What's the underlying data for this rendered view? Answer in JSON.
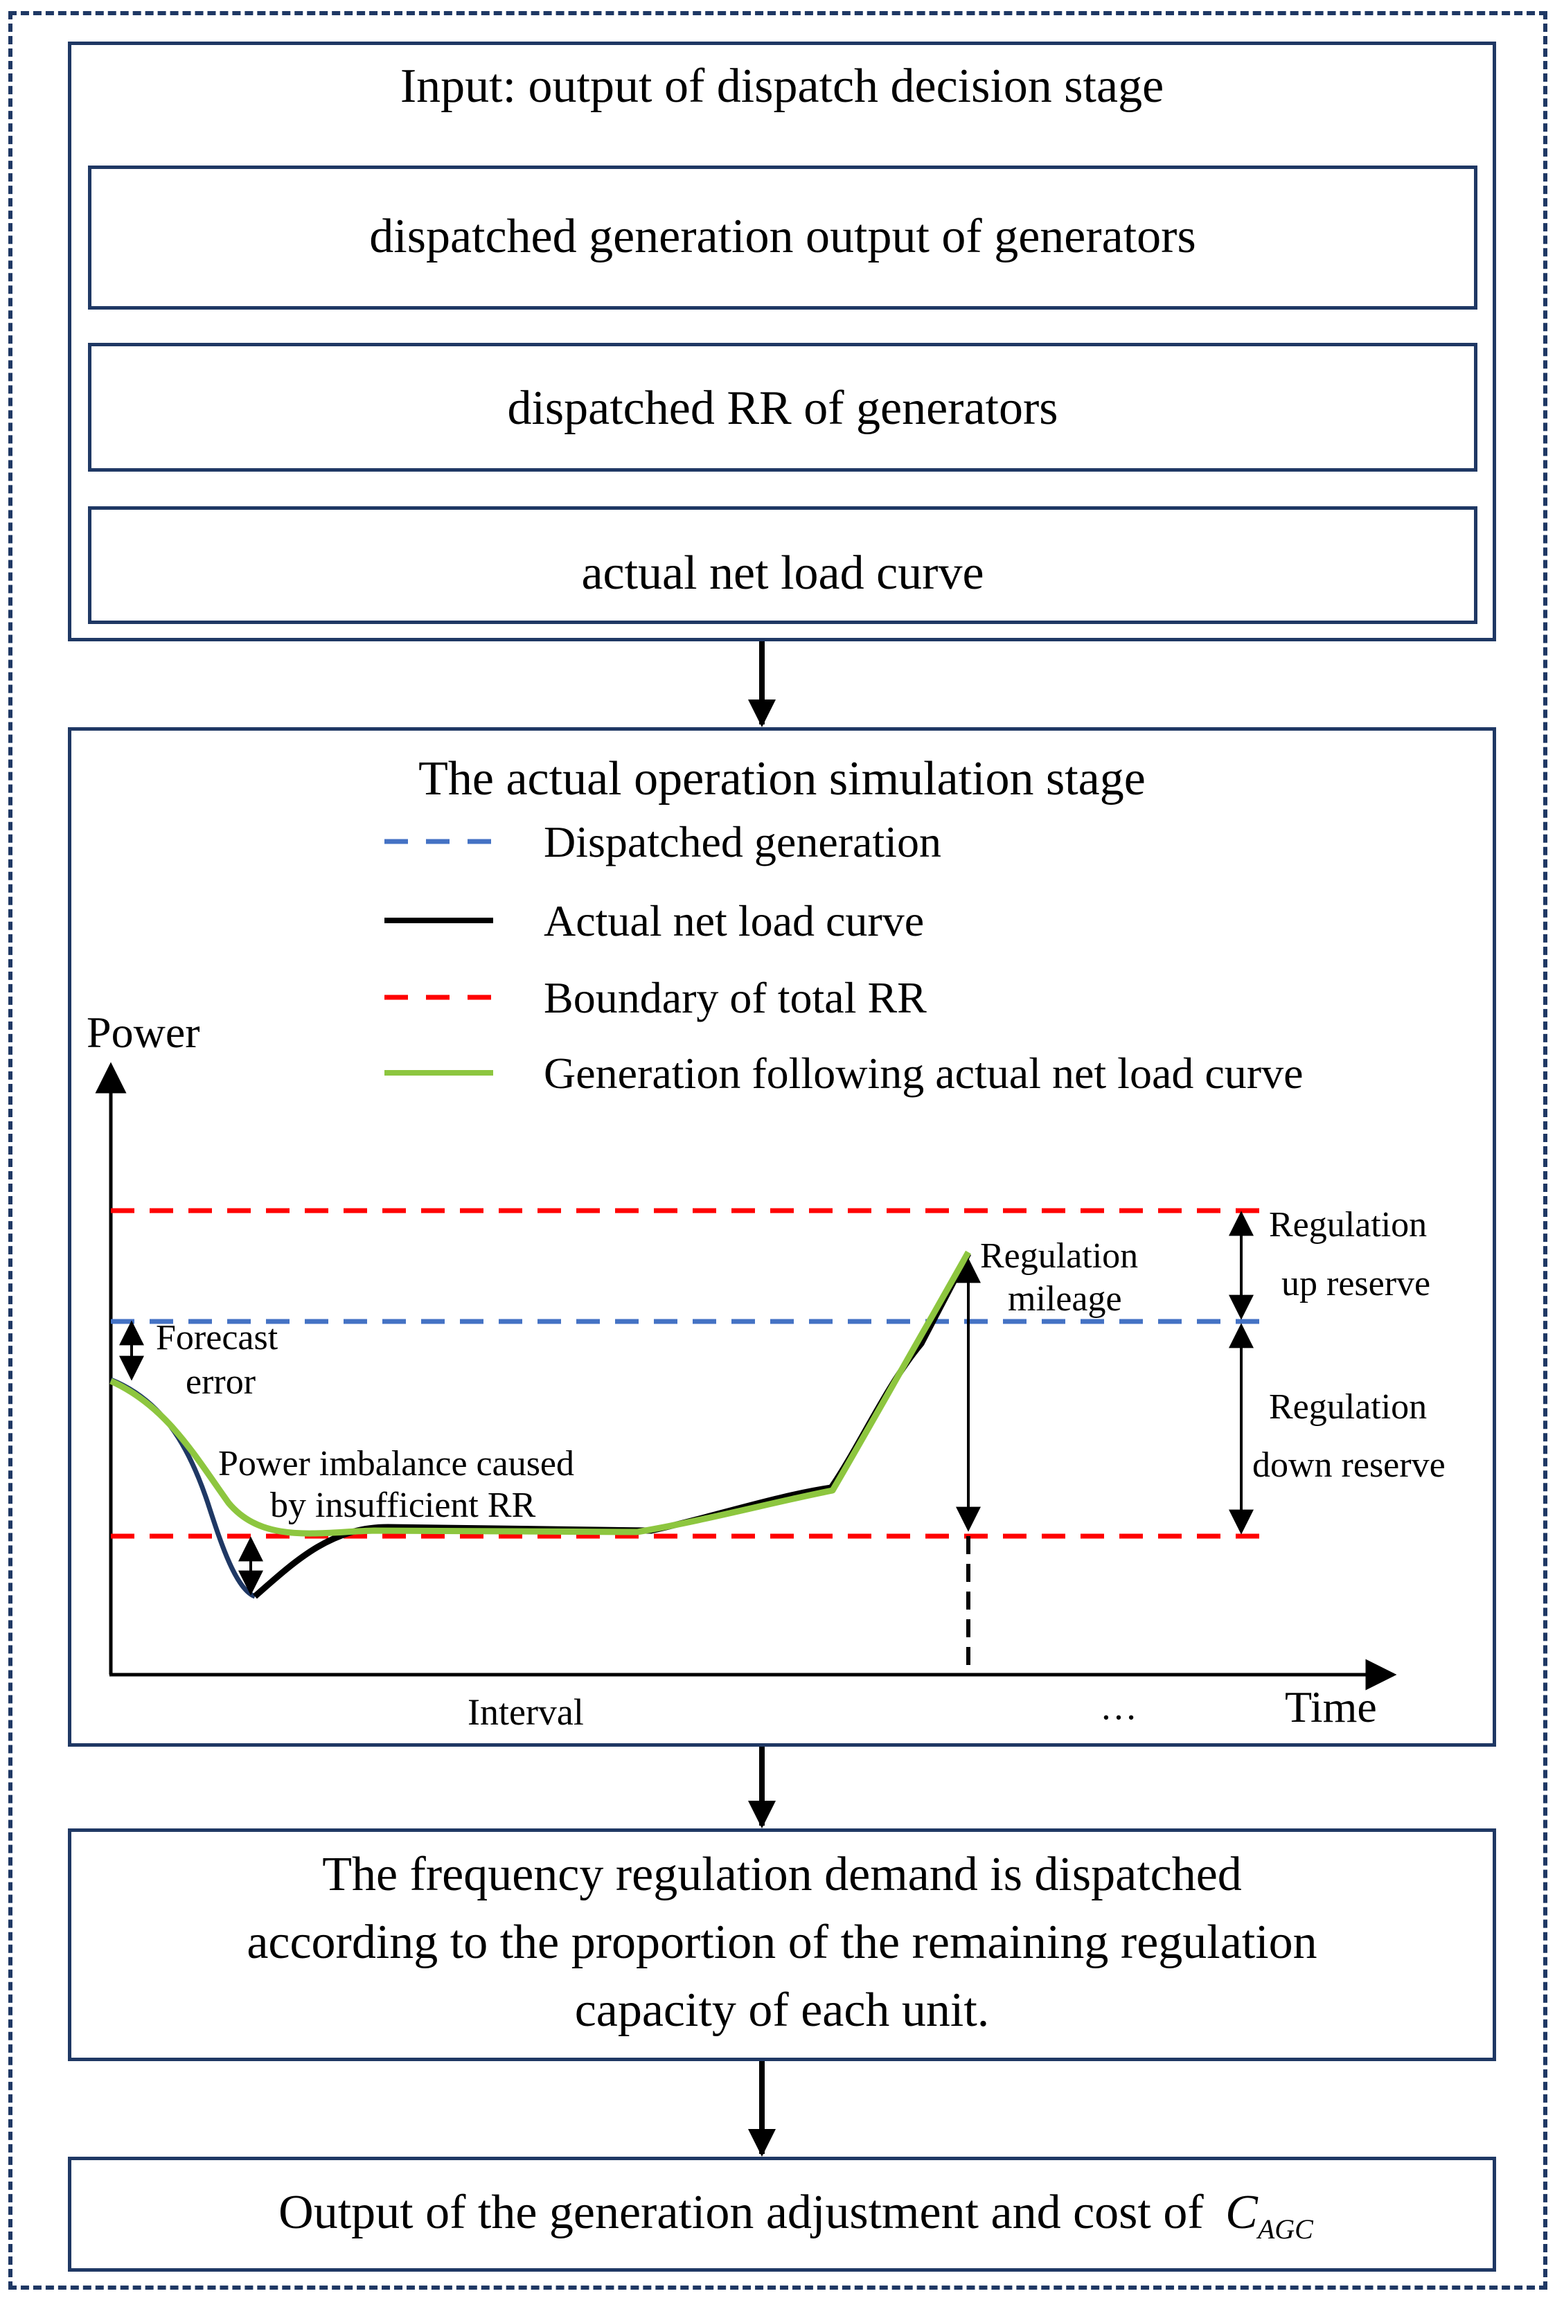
{
  "input_stage": {
    "title": "Input: output of dispatch decision stage",
    "items": [
      "dispatched generation output of generators",
      "dispatched RR of generators",
      "actual net load curve"
    ]
  },
  "simulation_stage": {
    "title": "The actual operation simulation stage",
    "legend": [
      {
        "label": "Dispatched generation",
        "style": "dashed",
        "color": "#4472c4"
      },
      {
        "label": "Actual net load curve",
        "style": "solid",
        "color": "#000000"
      },
      {
        "label": "Boundary of total RR",
        "style": "dashed",
        "color": "#ff0000"
      },
      {
        "label": "Generation following actual net load curve",
        "style": "solid",
        "color": "#8dc63f"
      }
    ],
    "axes": {
      "y_label": "Power",
      "x_label": "Time",
      "x_tick": "Interval",
      "x_ellipsis": "…"
    },
    "annotations": {
      "forecast_error": [
        "Forecast",
        "error"
      ],
      "power_imbalance": [
        "Power imbalance caused",
        "by insufficient RR"
      ],
      "regulation_mileage": [
        "Regulation",
        "mileage"
      ],
      "regulation_up_reserve": [
        "Regulation",
        "up reserve"
      ],
      "regulation_down_reserve": [
        "Regulation",
        "down reserve"
      ]
    }
  },
  "dispatch_step": {
    "lines": [
      "The frequency regulation demand is dispatched",
      "according to the proportion of the remaining regulation",
      "capacity of each unit."
    ]
  },
  "output_step": {
    "text": "Output of the generation adjustment and cost of",
    "symbol": "C",
    "subscript": "AGC"
  },
  "colors": {
    "box_border": "#1f3864",
    "dispatched": "#4472c4",
    "boundary": "#ff0000",
    "following": "#8dc63f",
    "undershoot": "#1f3864"
  }
}
